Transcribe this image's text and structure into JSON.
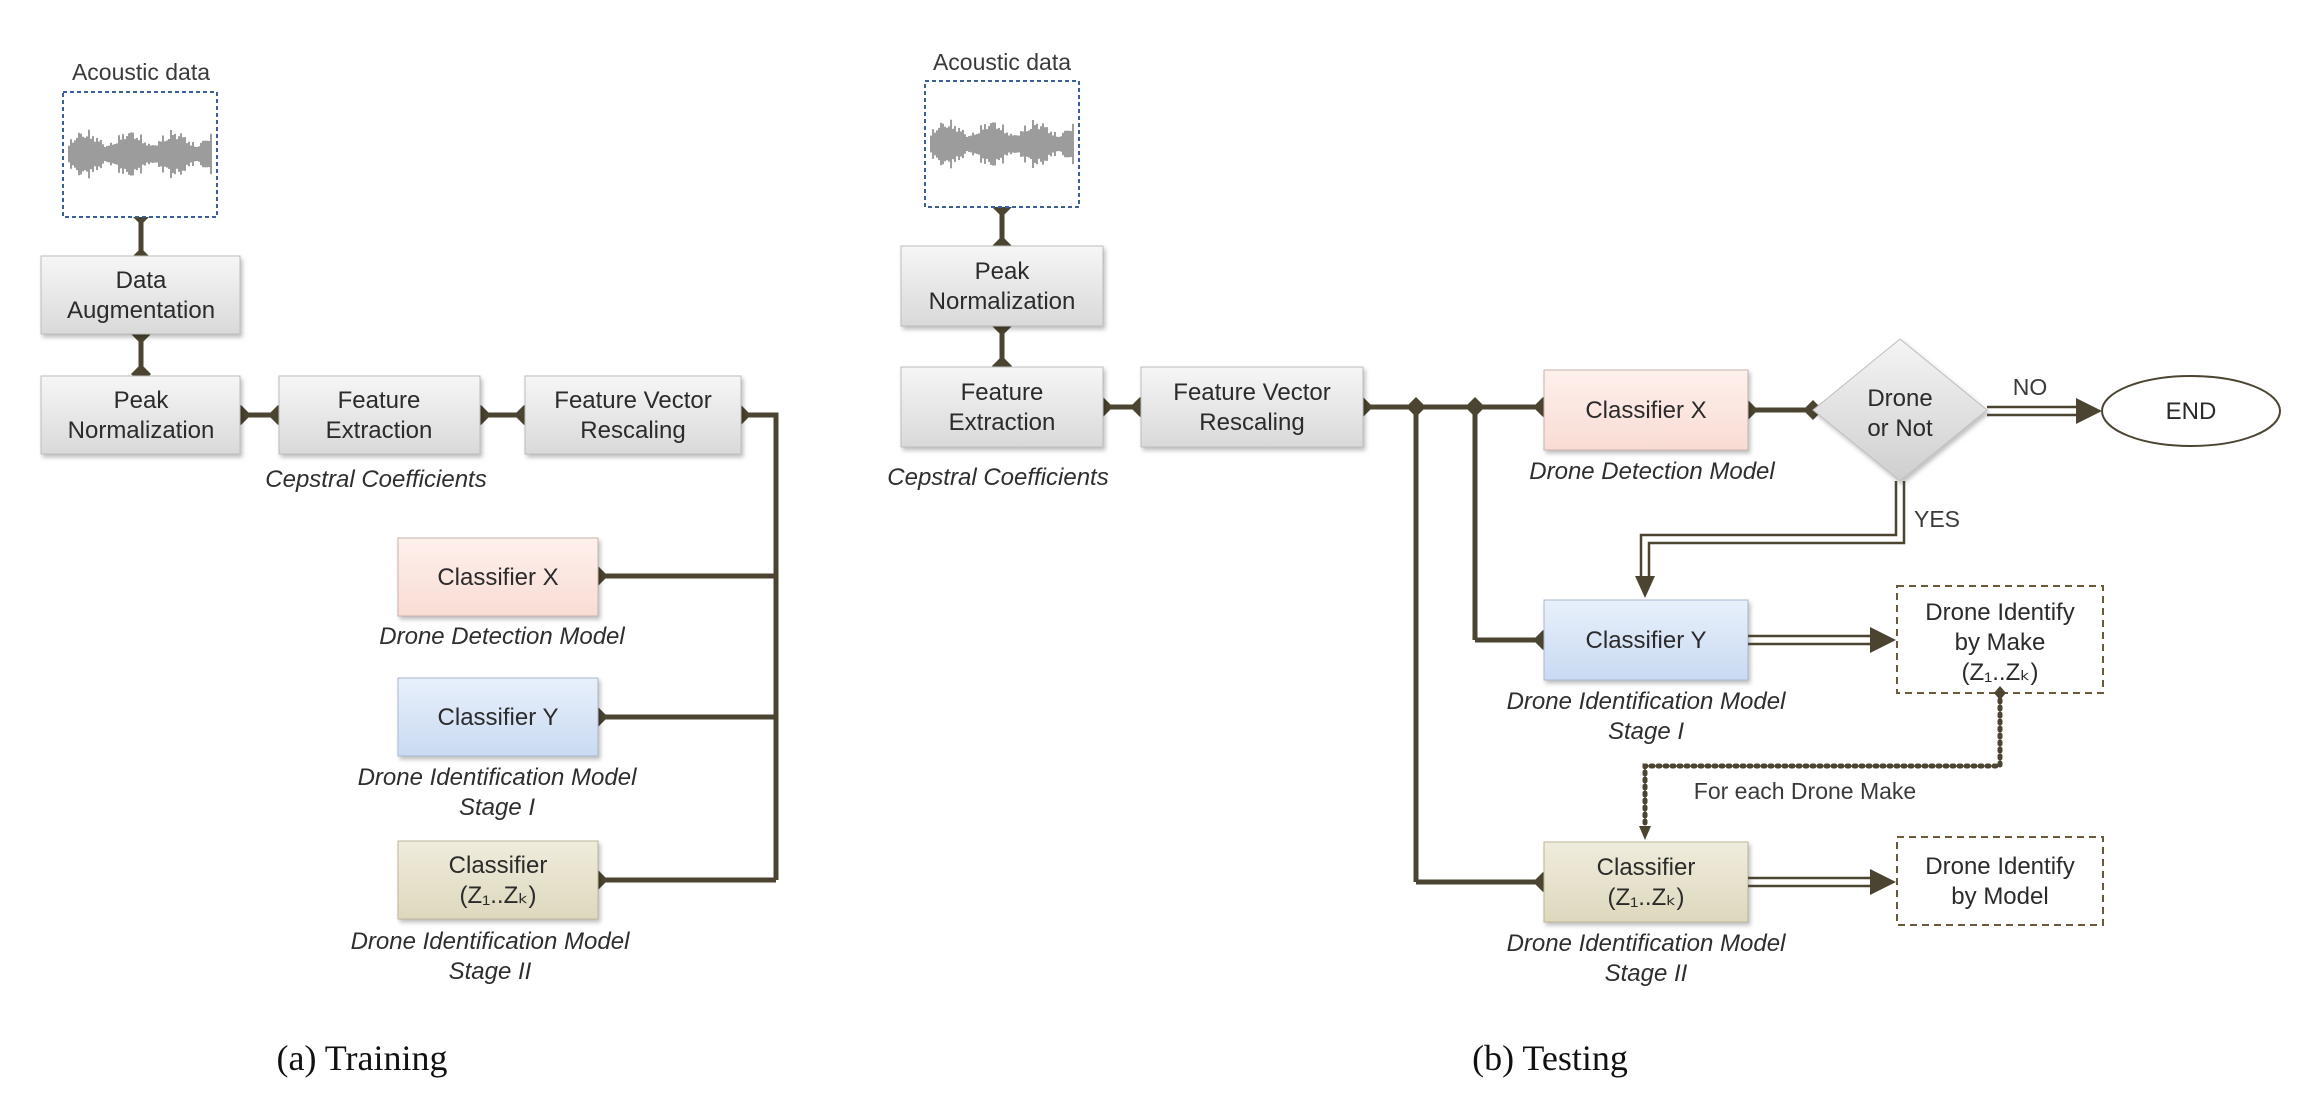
{
  "training": {
    "acoustic_label": "Acoustic data",
    "data_augmentation": [
      "Data",
      "Augmentation"
    ],
    "peak_normalization": [
      "Peak",
      "Normalization"
    ],
    "feature_extraction": [
      "Feature",
      "Extraction"
    ],
    "feature_vector_rescaling": [
      "Feature Vector",
      "Rescaling"
    ],
    "cepstral": "Cepstral Coefficients",
    "classifier_x": "Classifier X",
    "drone_detection_model": "Drone Detection Model",
    "classifier_y": "Classifier Y",
    "identification_stage1": [
      "Drone Identification Model",
      "Stage I"
    ],
    "classifier_z": [
      "Classifier",
      "(Z₁..Zₖ)"
    ],
    "identification_stage2": [
      "Drone Identification Model",
      "Stage II"
    ],
    "caption": "(a)  Training"
  },
  "testing": {
    "acoustic_label": "Acoustic data",
    "peak_normalization": [
      "Peak",
      "Normalization"
    ],
    "feature_extraction": [
      "Feature",
      "Extraction"
    ],
    "feature_vector_rescaling": [
      "Feature Vector",
      "Rescaling"
    ],
    "cepstral": "Cepstral Coefficients",
    "classifier_x": "Classifier X",
    "drone_detection_model": "Drone Detection Model",
    "decision": [
      "Drone",
      "or Not"
    ],
    "no_label": "NO",
    "yes_label": "YES",
    "end_label": "END",
    "classifier_y": "Classifier Y",
    "identification_stage1": [
      "Drone Identification Model",
      "Stage I"
    ],
    "identify_make": [
      "Drone Identify",
      "by Make",
      "(Z₁..Zₖ)"
    ],
    "for_each_make": "For each Drone Make",
    "classifier_z": [
      "Classifier",
      "(Z₁..Zₖ)"
    ],
    "identification_stage2": [
      "Drone Identification Model",
      "Stage II"
    ],
    "identify_model": [
      "Drone Identify",
      "by Model"
    ],
    "caption": "(b)  Testing"
  },
  "colors": {
    "connector": "#4a4430",
    "gray_box": "#e6e6e6",
    "classifier_x": "#fbe3dd",
    "classifier_y": "#d6e4f7",
    "classifier_z": "#e8e4cf",
    "waveform": "#666666",
    "acoustic_border": "#3a5f9a"
  }
}
